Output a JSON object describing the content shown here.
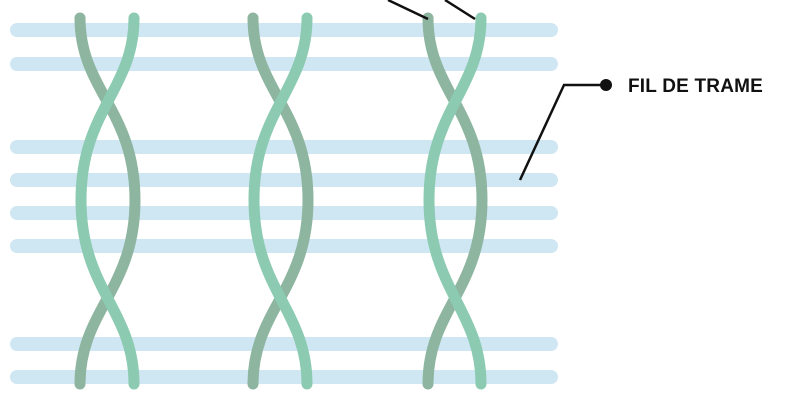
{
  "labels": {
    "weft": "FIL DE TRAME"
  },
  "colors": {
    "weft": "#cfe6f3",
    "warp_dark": "#8db5a0",
    "warp_light": "#8ccbb2",
    "callout": "#111111",
    "text": "#111111"
  },
  "structure": {
    "weft_threads": 8,
    "warp_pairs": 3
  }
}
